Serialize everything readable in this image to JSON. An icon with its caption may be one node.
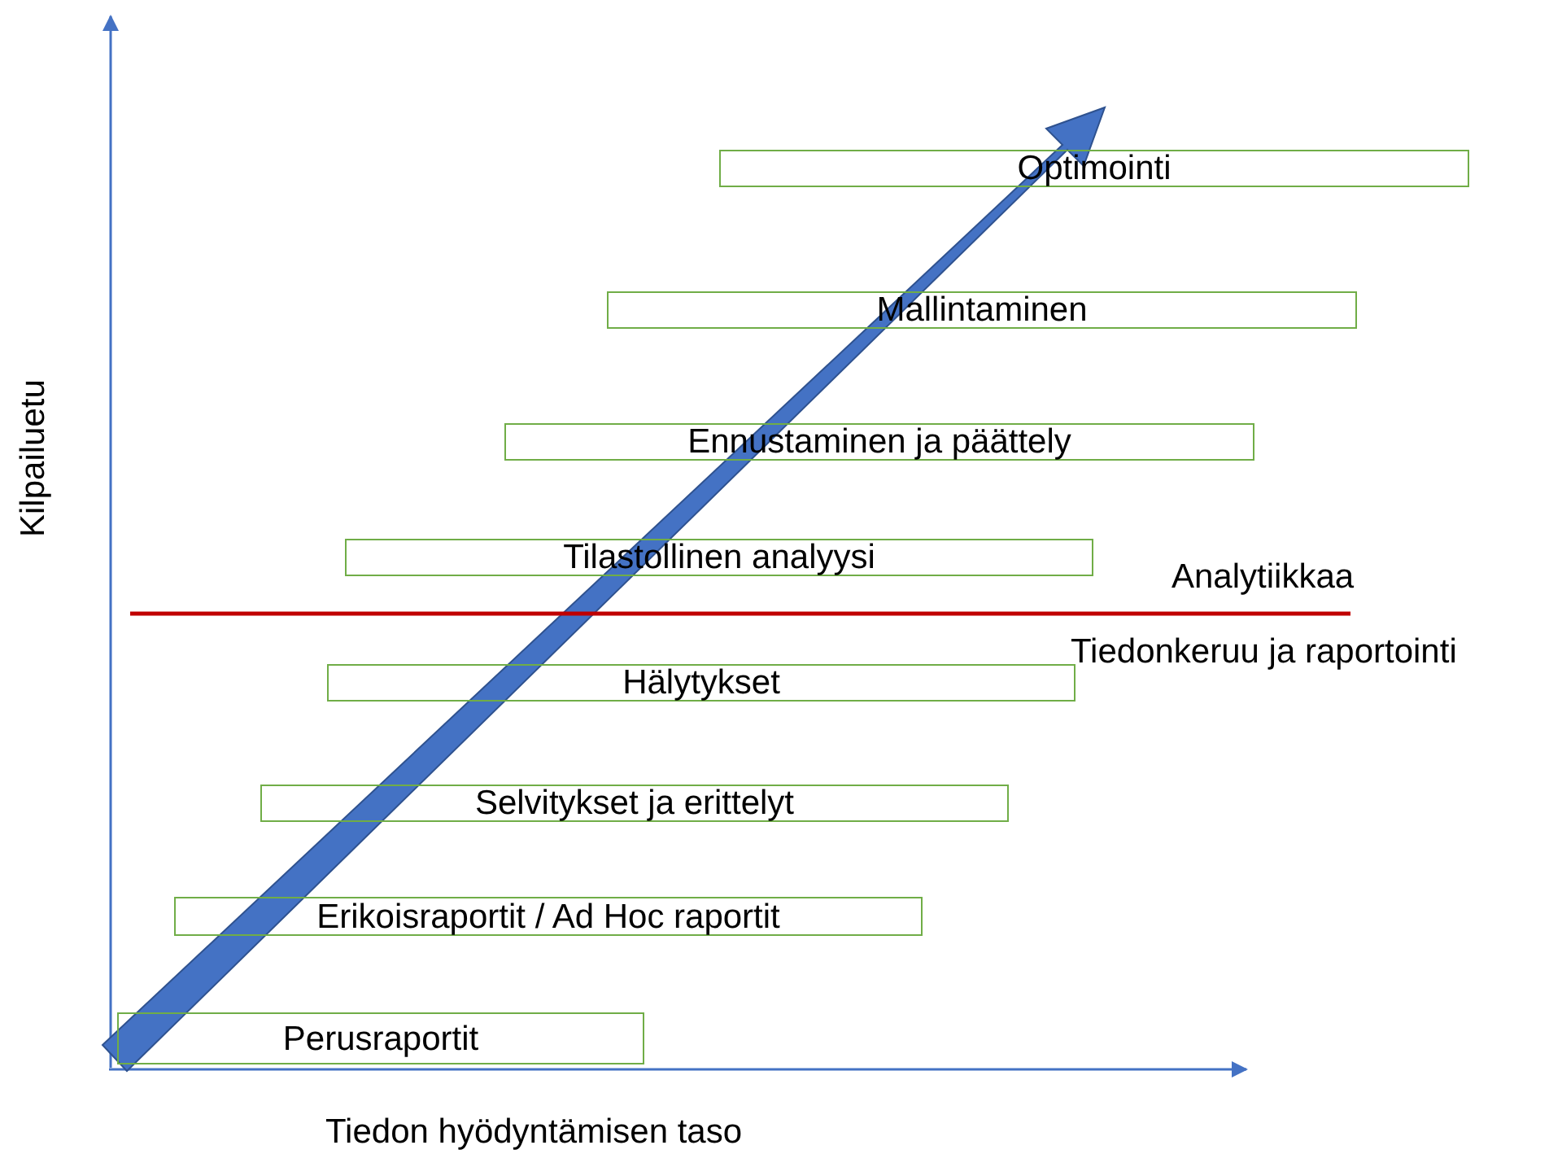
{
  "diagram": {
    "nodes": [
      {
        "text": [
          "Optimointi"
        ]
      },
      {
        "text": [
          "Mallintaminen"
        ]
      },
      {
        "text": [
          "Ennustaminen ja päättely"
        ]
      },
      {
        "text": [
          "Tilastollinen analyysi"
        ]
      },
      {
        "text": [
          "Hälytykset"
        ]
      },
      {
        "text": [
          "Selvitykset ja erittelyt"
        ]
      },
      {
        "text": [
          "Erikoisraportit / Ad Hoc raportit"
        ]
      },
      {
        "text": [
          "Perusraportit"
        ]
      }
    ],
    "edges": [],
    "labels": [
      "Kilpailuetu",
      "Analytiikkaa",
      "Tiedonkeruu ja raportointi",
      "Tiedon hyödyntämisen taso"
    ]
  }
}
